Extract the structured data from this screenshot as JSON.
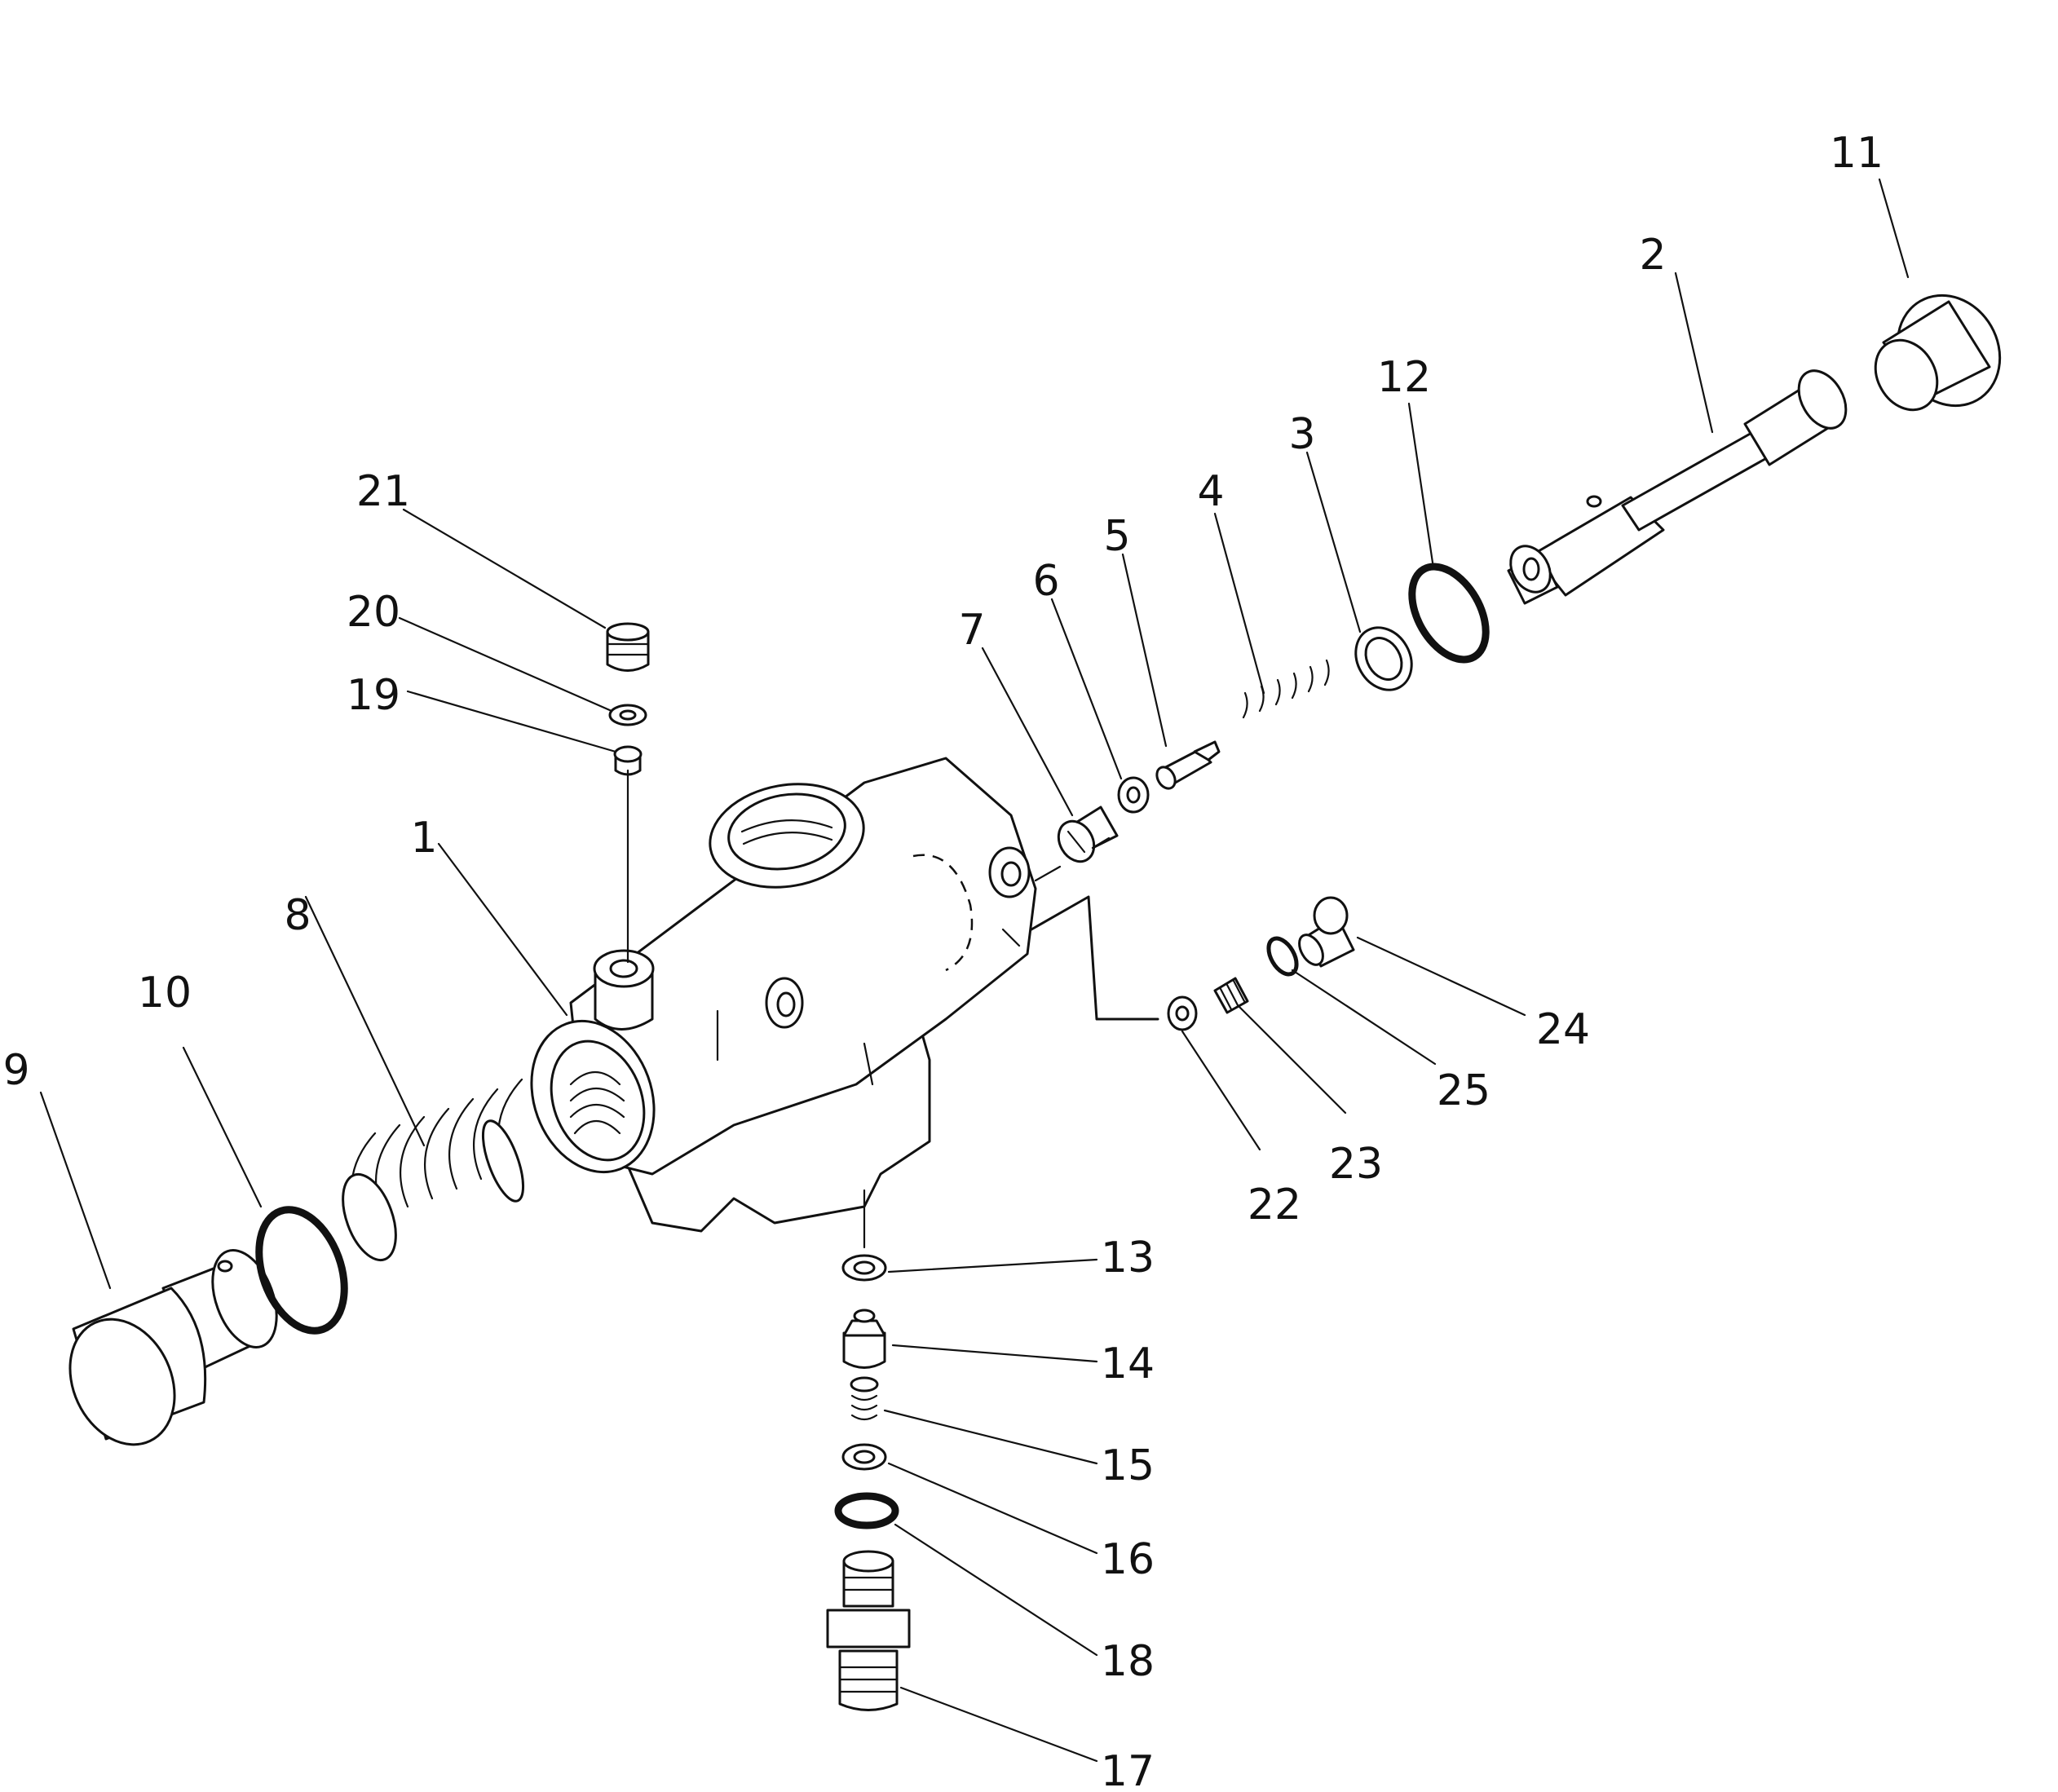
{
  "diagram": {
    "callouts": [
      {
        "id": "p1",
        "number": "1"
      },
      {
        "id": "p2",
        "number": "2"
      },
      {
        "id": "p3",
        "number": "3"
      },
      {
        "id": "p4",
        "number": "4"
      },
      {
        "id": "p5",
        "number": "5"
      },
      {
        "id": "p6",
        "number": "6"
      },
      {
        "id": "p7",
        "number": "7"
      },
      {
        "id": "p8",
        "number": "8"
      },
      {
        "id": "p9",
        "number": "9"
      },
      {
        "id": "p10",
        "number": "10"
      },
      {
        "id": "p11",
        "number": "11"
      },
      {
        "id": "p12",
        "number": "12"
      },
      {
        "id": "p13",
        "number": "13"
      },
      {
        "id": "p14",
        "number": "14"
      },
      {
        "id": "p15",
        "number": "15"
      },
      {
        "id": "p16",
        "number": "16"
      },
      {
        "id": "p17",
        "number": "17"
      },
      {
        "id": "p18",
        "number": "18"
      },
      {
        "id": "p19",
        "number": "19"
      },
      {
        "id": "p20",
        "number": "20"
      },
      {
        "id": "p21",
        "number": "21"
      },
      {
        "id": "p22",
        "number": "22"
      },
      {
        "id": "p23",
        "number": "23"
      },
      {
        "id": "p24",
        "number": "24"
      },
      {
        "id": "p25",
        "number": "25"
      }
    ]
  }
}
